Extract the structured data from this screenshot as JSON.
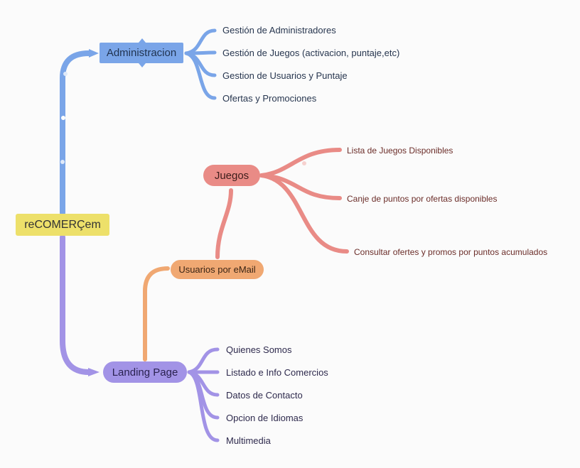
{
  "root": {
    "label": "reCOMERÇem"
  },
  "administracion": {
    "label": "Administracion",
    "items": [
      "Gestión de Administradores",
      "Gestión de Juegos (activacion, puntaje,etc)",
      "Gestion de Usuarios y Puntaje",
      "Ofertas y Promociones"
    ]
  },
  "juegos": {
    "label": "Juegos",
    "items": [
      "Lista de Juegos Disponibles",
      "Canje de puntos por ofertas disponibles",
      "Consultar ofertes y promos por puntos acumulados"
    ]
  },
  "usuarios": {
    "label": "Usuarios por eMail"
  },
  "landing": {
    "label": "Landing Page",
    "items": [
      "Quienes Somos",
      "Listado e Info Comercios",
      "Datos de Contacto",
      "Opcion de Idiomas",
      "Multimedia"
    ]
  },
  "colors": {
    "administracion": "#7aa5e8",
    "juegos": "#e98b86",
    "usuarios": "#f0a872",
    "landing": "#a293e6",
    "root": "#ede06a"
  }
}
